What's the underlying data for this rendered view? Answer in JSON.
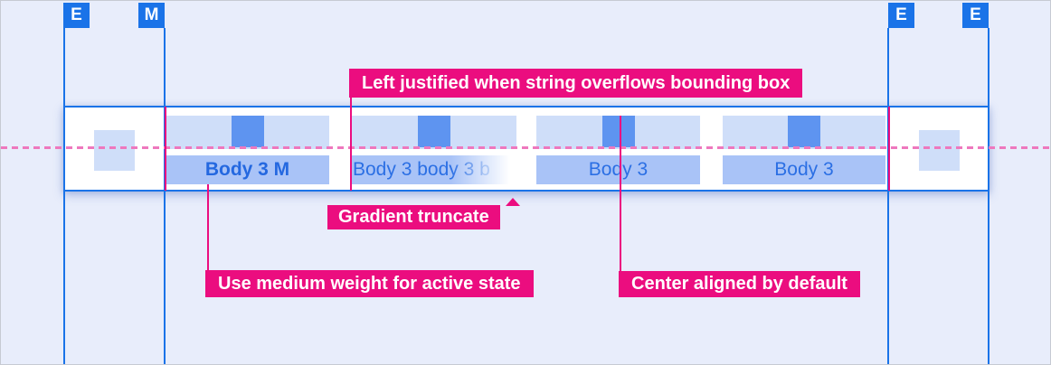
{
  "markers": [
    {
      "label": "E"
    },
    {
      "label": "M"
    },
    {
      "label": "E"
    },
    {
      "label": "E"
    }
  ],
  "tabs": [
    {
      "label": "Body 3 M",
      "state": "active",
      "weight": "medium",
      "align": "center"
    },
    {
      "label": "Body 3 body 3 b",
      "state": "default",
      "align": "left",
      "truncation": "gradient"
    },
    {
      "label": "Body 3",
      "state": "default",
      "align": "center"
    },
    {
      "label": "Body 3",
      "state": "default",
      "align": "center"
    }
  ],
  "annotations": {
    "left_justified": "Left justified when string overflows bounding box",
    "gradient_truncate": "Gradient truncate",
    "medium_weight": "Use medium weight for active state",
    "center_aligned": "Center aligned by default"
  },
  "colors": {
    "background": "#e8edfb",
    "guide_blue": "#1a73e8",
    "annotation_magenta": "#eb0d7f",
    "dashed_centerline_pink": "#ee78be",
    "icon_area_blue": "#cfdef9",
    "label_area_blue": "#a9c3f7",
    "icon_placeholder_blue": "#5e94f0",
    "tab_text_blue": "#2b6fe4"
  }
}
